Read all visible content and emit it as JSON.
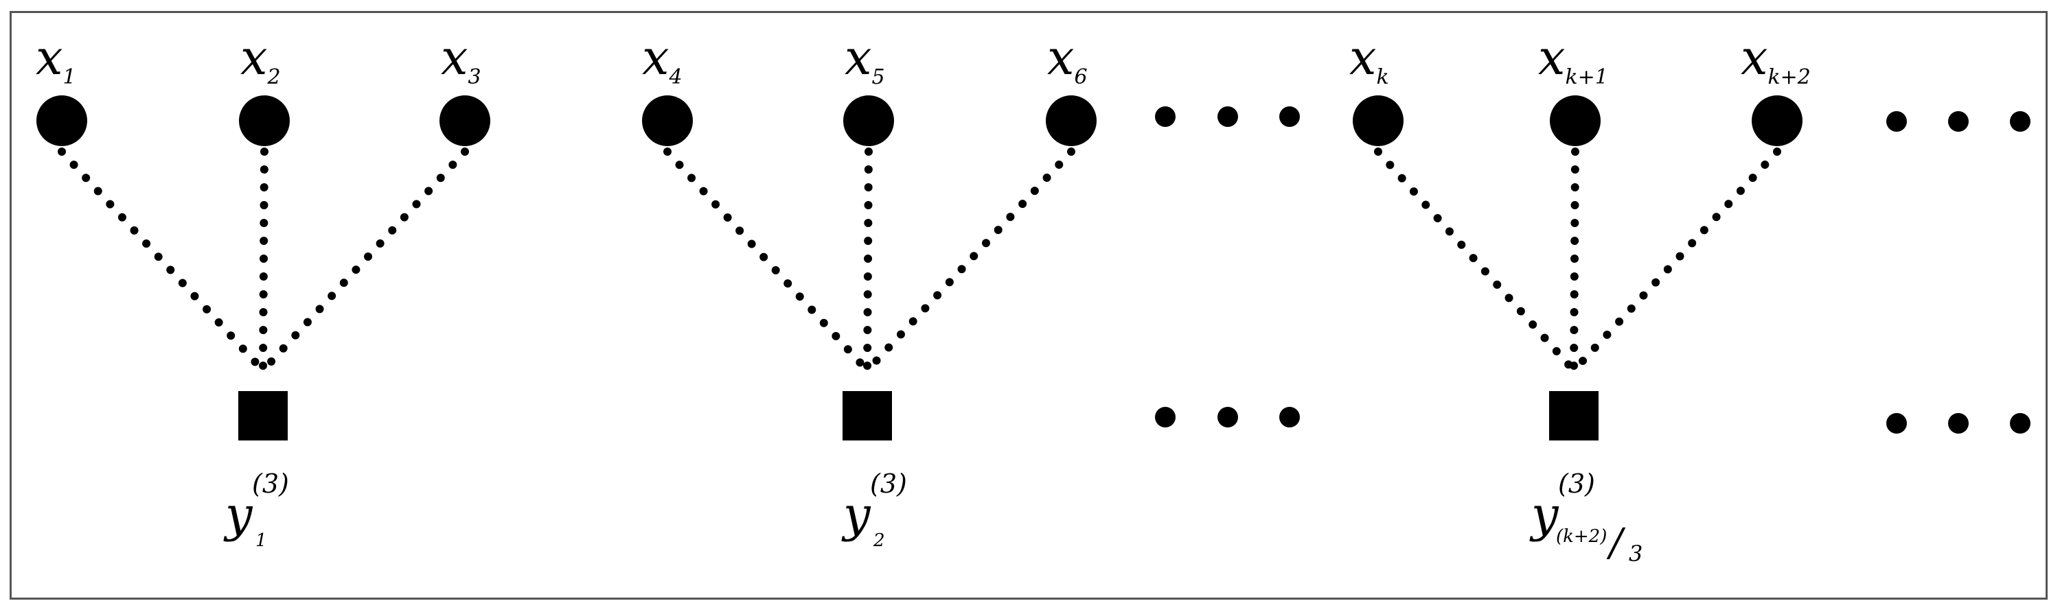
{
  "groups": [
    {
      "x_nodes": [
        {
          "base": "x",
          "sub": "1"
        },
        {
          "base": "x",
          "sub": "2"
        },
        {
          "base": "x",
          "sub": "3"
        }
      ],
      "factor": {
        "base": "y",
        "sup": "(3)",
        "sub": "1"
      }
    },
    {
      "x_nodes": [
        {
          "base": "x",
          "sub": "4"
        },
        {
          "base": "x",
          "sub": "5"
        },
        {
          "base": "x",
          "sub": "6"
        }
      ],
      "factor": {
        "base": "y",
        "sup": "(3)",
        "sub": "2"
      }
    },
    {
      "x_nodes": [
        {
          "base": "x",
          "sub": "k"
        },
        {
          "base": "x",
          "sub": "k+1"
        },
        {
          "base": "x",
          "sub": "k+2"
        }
      ],
      "factor": {
        "base": "y",
        "sup": "(3)",
        "sub": "(k+2)",
        "slash": "/",
        "sub2": "3"
      }
    }
  ],
  "colors": {
    "node": "#000000",
    "frame": "#555555",
    "background": "#ffffff"
  },
  "continuation_marks": "ellipsis-dots"
}
